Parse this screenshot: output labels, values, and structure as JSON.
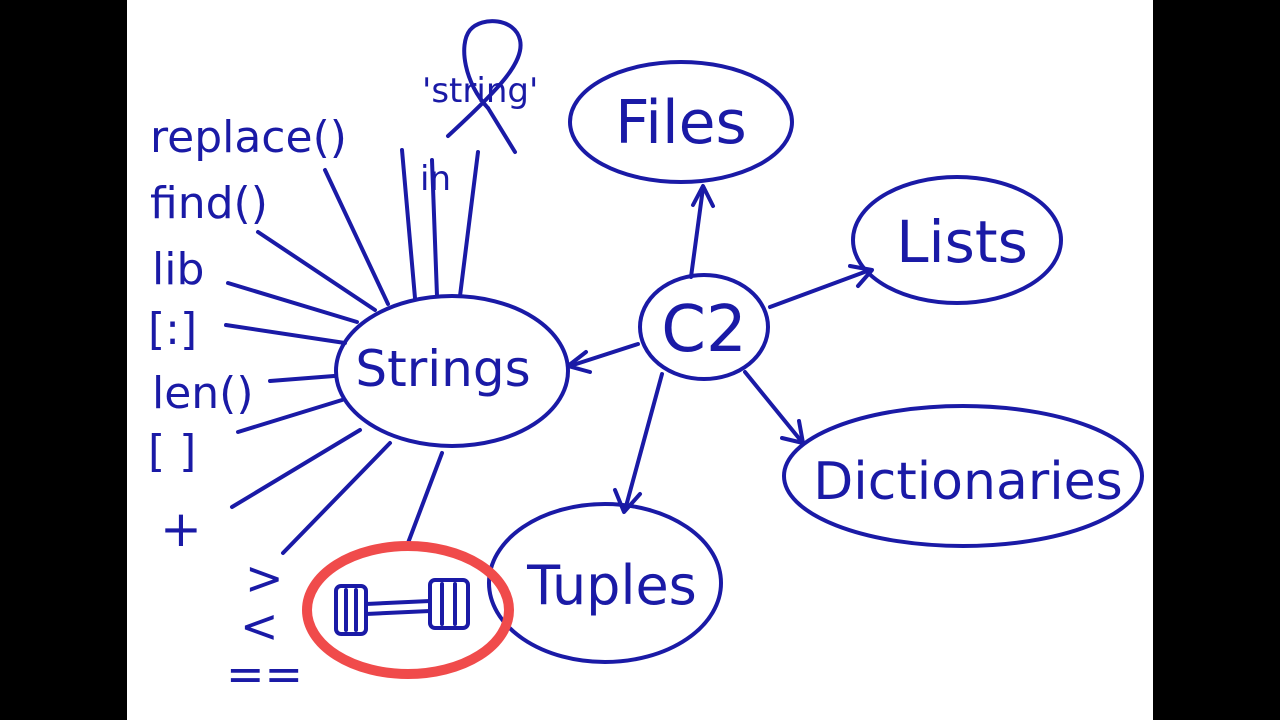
{
  "nodes": {
    "center": "C2",
    "files": "Files",
    "lists": "Lists",
    "dictionaries": "Dictionaries",
    "tuples": "Tuples",
    "strings": "Strings"
  },
  "string_items": {
    "replace": "replace()",
    "find": "find()",
    "lib": "lib",
    "slice": "[:]",
    "len": "len()",
    "index": "[ ]",
    "plus": "+",
    "gt": ">",
    "lt": "<",
    "eq": "==",
    "in": "in",
    "string_literal": "'string'"
  },
  "colors": {
    "ink": "#1a1aa6",
    "highlight": "#f04b4b",
    "frame": "#000000",
    "board": "#ffffff"
  },
  "icons": {
    "barbell": "barbell-icon"
  }
}
